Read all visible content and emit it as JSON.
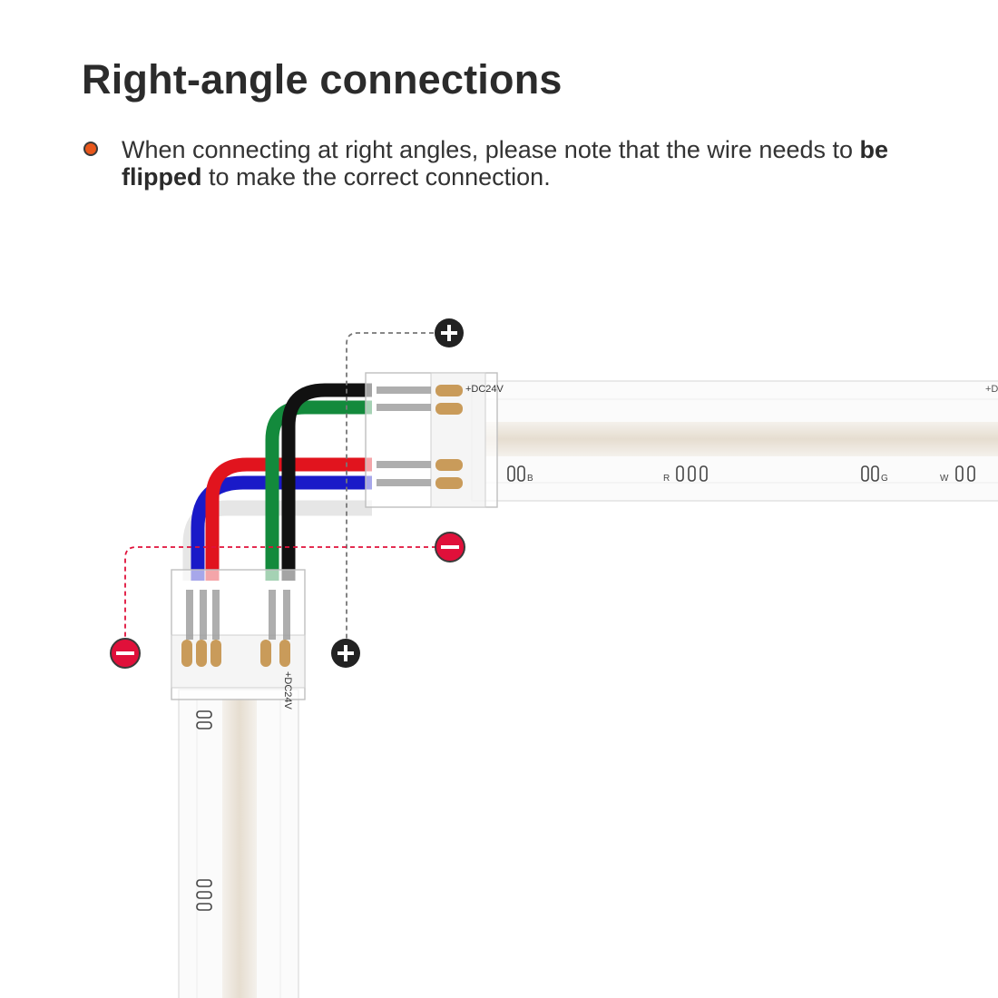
{
  "header": {
    "title": "Right-angle connections"
  },
  "note": {
    "text_before": "When connecting at right angles, please note that the wire needs to ",
    "text_bold": "be flipped",
    "text_after": " to make the correct connection."
  },
  "diagram": {
    "connector_label": "+DC24V",
    "strip_label_partial": "+D",
    "pad_labels": [
      "B",
      "R",
      "G",
      "W"
    ],
    "wire_colors": {
      "black": "#111111",
      "green": "#138a3c",
      "red": "#e1141e",
      "blue": "#1a1ac8"
    },
    "positive_color": "#222222",
    "negative_color": "#e0103a",
    "dash_positive_color": "#777777",
    "dash_negative_color": "#e0103a"
  }
}
